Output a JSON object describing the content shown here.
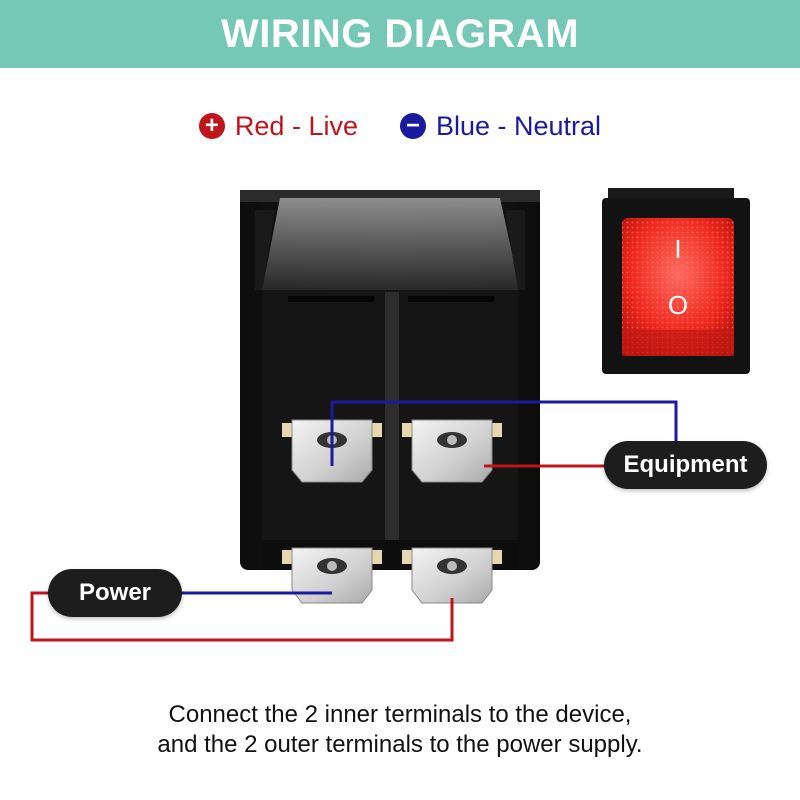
{
  "header": {
    "title": "WIRING DIAGRAM",
    "bg_color": "#76c8b6"
  },
  "legend": [
    {
      "symbol": "+",
      "label": "Red - Live",
      "color": "#c0141b",
      "icon": "plus-circle-icon"
    },
    {
      "symbol": "−",
      "label": "Blue - Neutral",
      "color": "#1a1aa0",
      "icon": "minus-circle-icon"
    }
  ],
  "labels": {
    "equipment": "Equipment",
    "power": "Power"
  },
  "switch_symbols": {
    "on": "I",
    "off": "O"
  },
  "caption": {
    "line1": "Connect the 2 inner terminals to the device,",
    "line2": "and the 2 outer terminals to the power supply."
  },
  "wire_colors": {
    "live": "#c0141b",
    "neutral": "#1a1aa0"
  }
}
